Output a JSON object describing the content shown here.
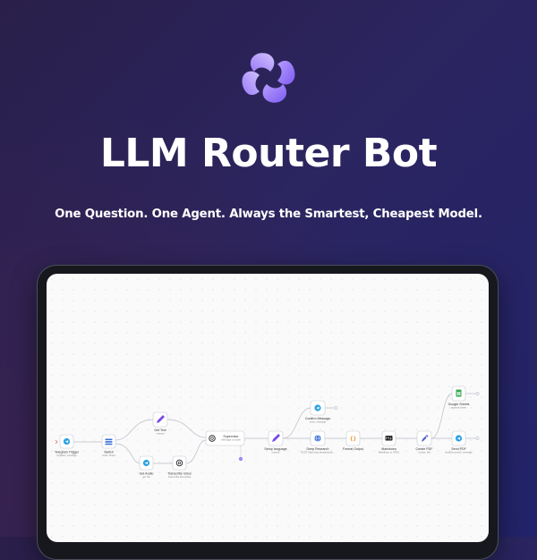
{
  "header": {
    "title": "LLM Router Bot",
    "tagline": "One Question. One Agent. Always the Smartest, Cheapest Model."
  },
  "colors": {
    "accent_purple": "#a78bfa",
    "accent_purple_dark": "#7c5cf0",
    "telegram_blue": "#2aa2e3",
    "sheets_green": "#34a853",
    "switch_blue": "#3b6fd8",
    "edit_purple": "#7a4be6",
    "json_orange": "#f08c1e"
  },
  "workflow": {
    "nodes": [
      {
        "id": "telegram-trigger",
        "icon": "telegram-icon",
        "title": "Telegram Trigger",
        "subtitle": "Updates: message"
      },
      {
        "id": "switch",
        "icon": "switch-icon",
        "title": "Switch",
        "subtitle": "mode: Rules"
      },
      {
        "id": "get-text",
        "icon": "pencil-icon",
        "title": "Get Text",
        "subtitle": "manual"
      },
      {
        "id": "get-audio",
        "icon": "telegram-icon",
        "title": "Get Audio",
        "subtitle": "get: file"
      },
      {
        "id": "transcribe-voice",
        "icon": "openai-icon",
        "title": "Transcribe Voice",
        "subtitle": "Transcribe Recording"
      },
      {
        "id": "supervisor",
        "icon": "openai-icon",
        "title": "Supervisor",
        "subtitle": "Message a model"
      },
      {
        "id": "setup-language",
        "icon": "pencil-icon",
        "title": "Setup language",
        "subtitle": "manual"
      },
      {
        "id": "confirm-message",
        "icon": "telegram-icon",
        "title": "Confirm Message",
        "subtitle": "send: message"
      },
      {
        "id": "deep-research",
        "icon": "globe-icon",
        "title": "Deep Research",
        "subtitle": "POST: https://api.perplexity.ai/..."
      },
      {
        "id": "format-output",
        "icon": "code-braces-icon",
        "title": "Format Output",
        "subtitle": ""
      },
      {
        "id": "markdown",
        "icon": "markdown-icon",
        "title": "Markdown",
        "subtitle": "Markdown to HTML"
      },
      {
        "id": "create-pdf",
        "icon": "pdf-rocket-icon",
        "title": "Create PDF",
        "subtitle": "Create: pdf"
      },
      {
        "id": "google-sheets",
        "icon": "sheets-icon",
        "title": "Google Sheets",
        "subtitle": "append: sheet"
      },
      {
        "id": "send-pdf",
        "icon": "telegram-icon",
        "title": "Send PDF",
        "subtitle": "sendDocument: message"
      }
    ]
  }
}
